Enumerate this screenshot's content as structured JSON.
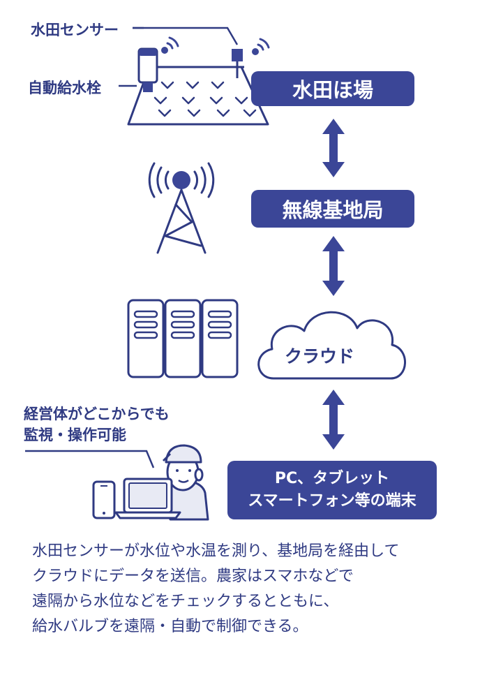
{
  "labels": {
    "sensor": "水田センサー",
    "valve": "自動給水栓",
    "management": [
      "経営体がどこからでも",
      "監視・操作可能"
    ]
  },
  "nodes": {
    "field": "水田ほ場",
    "base_station": "無線基地局",
    "cloud": "クラウド",
    "terminal": [
      "PC、タブレット",
      "スマートフォン等の端末"
    ]
  },
  "caption": [
    "水田センサーが水位や水温を測り、基地局を経由して",
    "クラウドにデータを送信。農家はスマホなどで",
    "遠隔から水位などをチェックするとともに、",
    "給水バルブを遠隔・自動で制御できる。"
  ],
  "colors": {
    "accent": "#3b4697",
    "outline": "#2f3a82",
    "fill_light": "#e8eaf4"
  },
  "icons": [
    "paddy-field-icon",
    "water-valve-icon",
    "sensor-icon",
    "wifi-icon",
    "antenna-tower-icon",
    "server-rack-icon",
    "cloud-icon",
    "farmer-icon",
    "laptop-icon",
    "smartphone-icon",
    "double-arrow-icon"
  ]
}
